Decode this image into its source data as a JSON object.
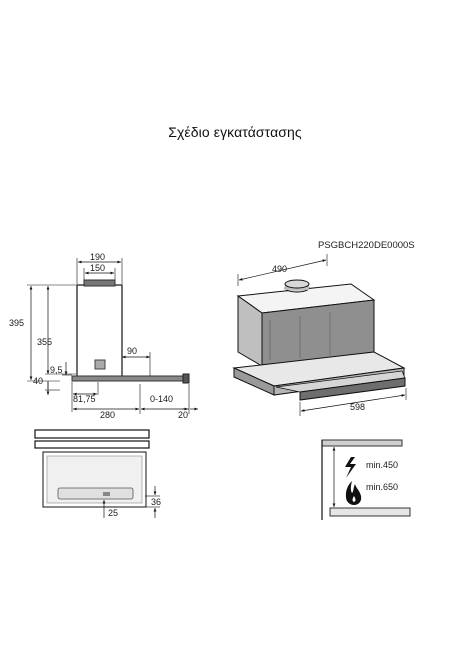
{
  "title": "Σχέδιο εγκατάστασης",
  "model_code": "PSGBCH220DE0000S",
  "side_view": {
    "width_190": "190",
    "width_150": "150",
    "height_395": "395",
    "height_355": "355",
    "depth_90": "90",
    "height_9_5": "9,5",
    "height_40": "40",
    "offset_81_75": "81,75",
    "depth_280": "280",
    "extension_0_140": "0-140",
    "front_20": "20"
  },
  "iso_view": {
    "width_490": "490",
    "width_598": "598"
  },
  "front_view": {
    "height_36": "36",
    "offset_25": "25"
  },
  "clearance_view": {
    "min_electric": "min.450",
    "min_gas": "min.650"
  },
  "icons": [
    "electric-hob-icon",
    "gas-flame-icon"
  ]
}
